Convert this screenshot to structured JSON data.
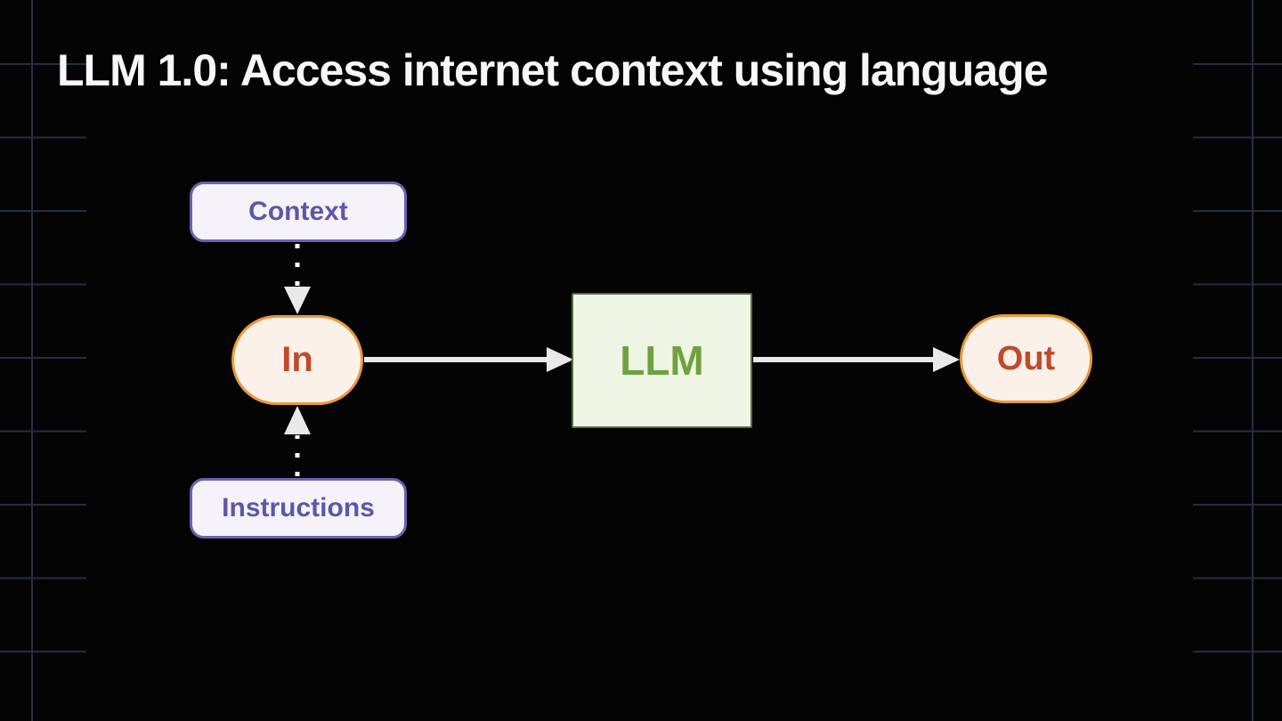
{
  "slide": {
    "title": "LLM 1.0: Access internet context using language"
  },
  "diagram": {
    "nodes": [
      {
        "id": "context",
        "label": "Context",
        "shape": "rounded-rect",
        "theme": "lavender"
      },
      {
        "id": "in",
        "label": "In",
        "shape": "pill",
        "theme": "orange"
      },
      {
        "id": "instructions",
        "label": "Instructions",
        "shape": "rounded-rect",
        "theme": "lavender"
      },
      {
        "id": "llm",
        "label": "LLM",
        "shape": "rect",
        "theme": "green"
      },
      {
        "id": "out",
        "label": "Out",
        "shape": "pill",
        "theme": "orange"
      }
    ],
    "edges": [
      {
        "from": "context",
        "to": "in",
        "style": "dotted-arrow"
      },
      {
        "from": "instructions",
        "to": "in",
        "style": "dotted-arrow"
      },
      {
        "from": "in",
        "to": "llm",
        "style": "solid-arrow"
      },
      {
        "from": "llm",
        "to": "out",
        "style": "solid-arrow"
      }
    ]
  },
  "colors": {
    "bg": "#040405",
    "grid": "#272e42",
    "title": "#f7f7f8",
    "arrow": "#e9e9e9",
    "dot": "#ffffff",
    "lavender-fill": "#f5f2fa",
    "lavender-border": "#6b62af",
    "lavender-text": "#5e56aa",
    "orange-fill": "#fcf1e8",
    "orange-border": "#e8993b",
    "orange-text": "#bf4a2d",
    "green-fill": "#eff5e5",
    "green-border": "#5d6b45",
    "green-text": "#6fa23e"
  }
}
